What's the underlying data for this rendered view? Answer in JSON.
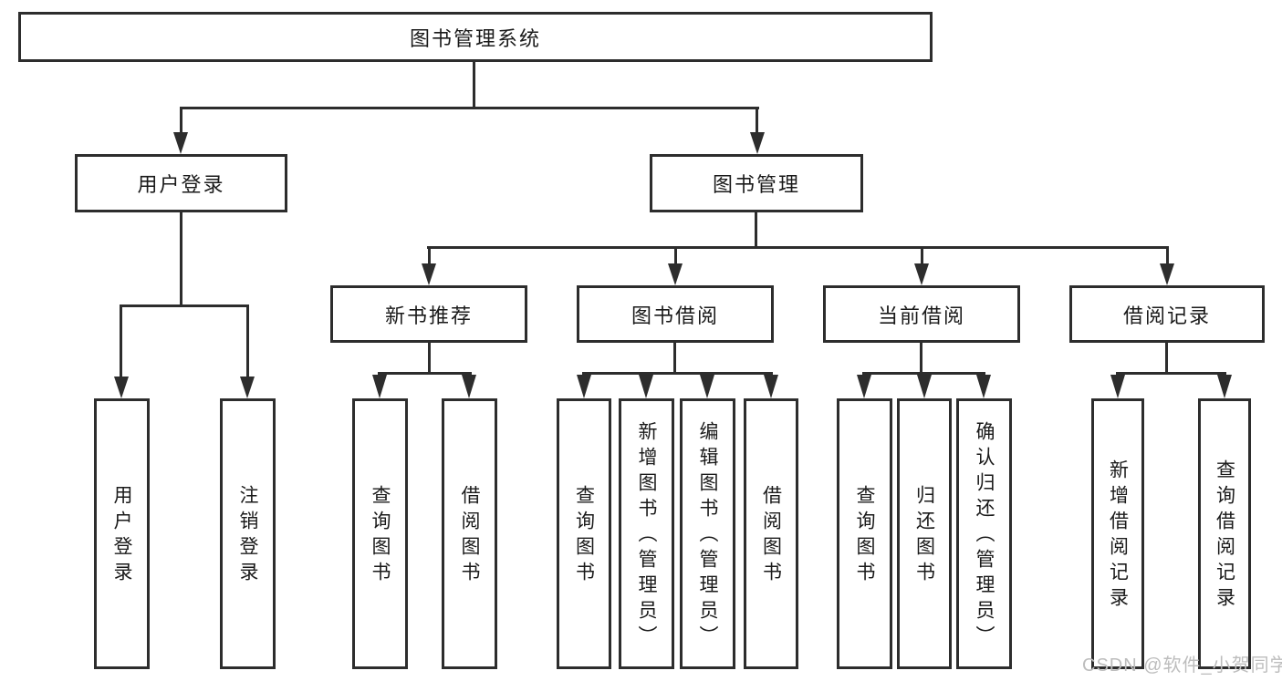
{
  "diagram_type": "hierarchy-tree",
  "tree": {
    "label": "图书管理系统",
    "children": [
      {
        "label": "用户登录",
        "children": [
          {
            "label": "用户登录"
          },
          {
            "label": "注销登录"
          }
        ]
      },
      {
        "label": "图书管理",
        "children": [
          {
            "label": "新书推荐",
            "children": [
              {
                "label": "查询图书"
              },
              {
                "label": "借阅图书"
              }
            ]
          },
          {
            "label": "图书借阅",
            "children": [
              {
                "label": "查询图书"
              },
              {
                "label": "新增图书（管理员）"
              },
              {
                "label": "编辑图书（管理员）"
              },
              {
                "label": "借阅图书"
              }
            ]
          },
          {
            "label": "当前借阅",
            "children": [
              {
                "label": "查询图书"
              },
              {
                "label": "归还图书"
              },
              {
                "label": "确认归还（管理员）"
              }
            ]
          },
          {
            "label": "借阅记录",
            "children": [
              {
                "label": "新增借阅记录"
              },
              {
                "label": "查询借阅记录"
              }
            ]
          }
        ]
      }
    ]
  },
  "watermark": "CSDN @软件_小贺同学",
  "colors": {
    "line": "#2d2d2d",
    "text": "#1a1a1a",
    "background": "#ffffff",
    "watermark": "#bdbdbd"
  }
}
